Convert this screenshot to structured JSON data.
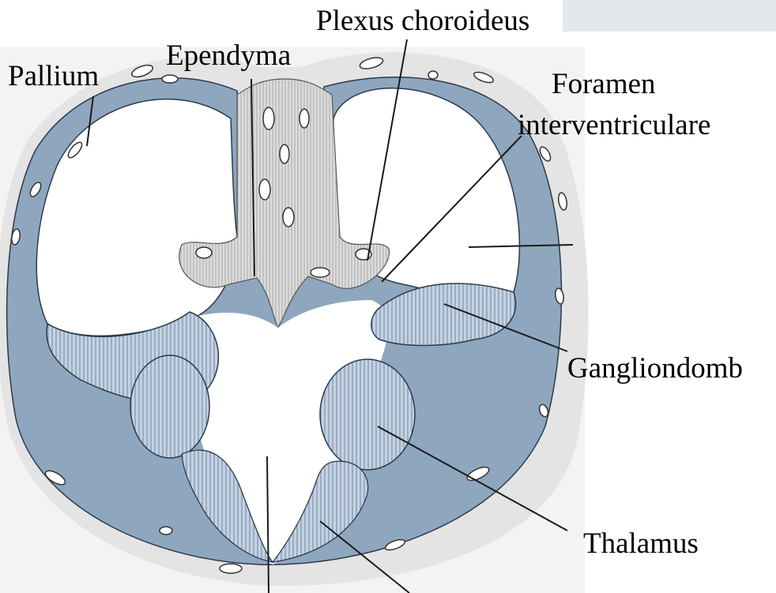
{
  "labels": {
    "pallium": "Pallium",
    "ependyma": "Ependyma",
    "plexus": "Plexus choroideus",
    "foramen_1": "Foramen",
    "foramen_2": "interventriculare",
    "ganglion": "Gangliondomb",
    "thalamus": "Thalamus"
  },
  "colors": {
    "cortex": "#8ea5be",
    "nucleus": "#b9cadb",
    "mening": "#e2e2e2",
    "line": "#1a1a1a"
  }
}
